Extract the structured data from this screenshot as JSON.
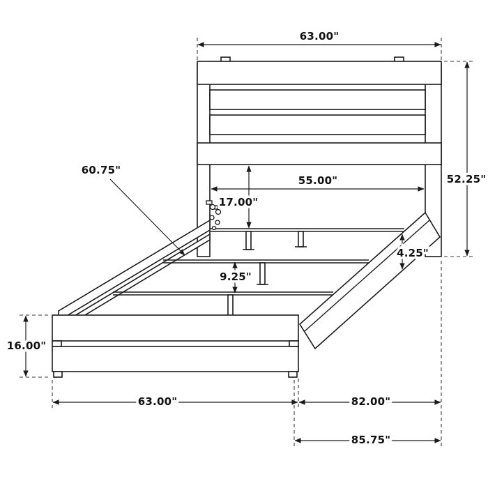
{
  "meta": {
    "background_color": "#ffffff",
    "line_color": "#1a1a1a",
    "subject": "bed-frame-dimension-drawing"
  },
  "dims": {
    "headboard_width": "63.00\"",
    "headboard_height": "52.25\"",
    "inner_width": "55.00\"",
    "headboard_to_slat": "17.00\"",
    "side_rail_length": "60.75\"",
    "slat_leg_height": "9.25\"",
    "side_rail_height": "4.25\"",
    "footboard_height": "16.00\"",
    "footboard_width": "63.00\"",
    "frame_length": "82.00\"",
    "overall_length": "85.75\""
  }
}
